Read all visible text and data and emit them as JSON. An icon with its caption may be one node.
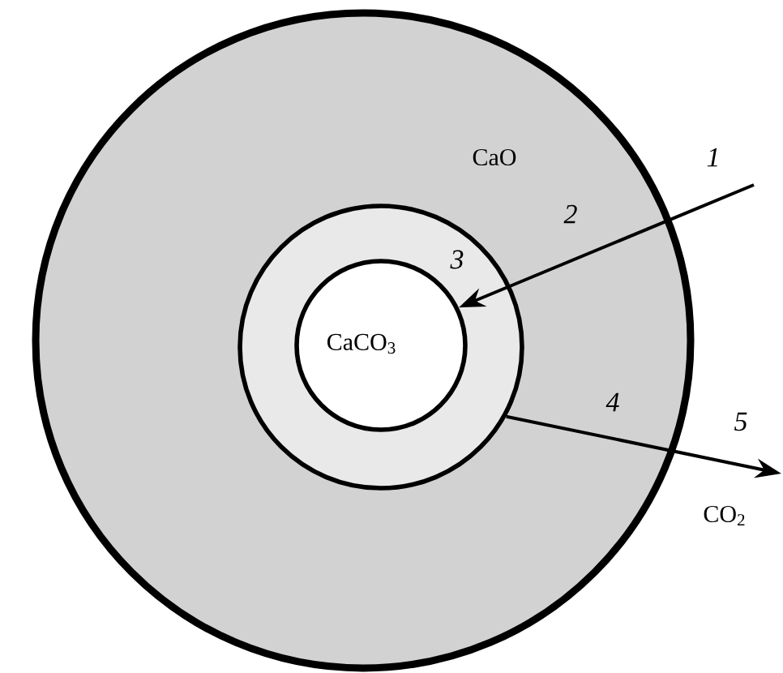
{
  "diagram": {
    "nodes": [
      {
        "text": [
          "CaO"
        ]
      },
      {
        "text": [],
        "shape": "circle",
        "in": 0
      },
      {
        "text": [
          "CaCO$_{3}$"
        ],
        "in": 1
      }
    ],
    "edges": [
      {
        "from": null,
        "to": 2,
        "arrow": "to"
      },
      {
        "from": 1,
        "to": null,
        "arrow": "to"
      }
    ],
    "labels": [
      "1",
      "2",
      "3",
      "4",
      "5",
      "CO$_{2}$"
    ]
  }
}
